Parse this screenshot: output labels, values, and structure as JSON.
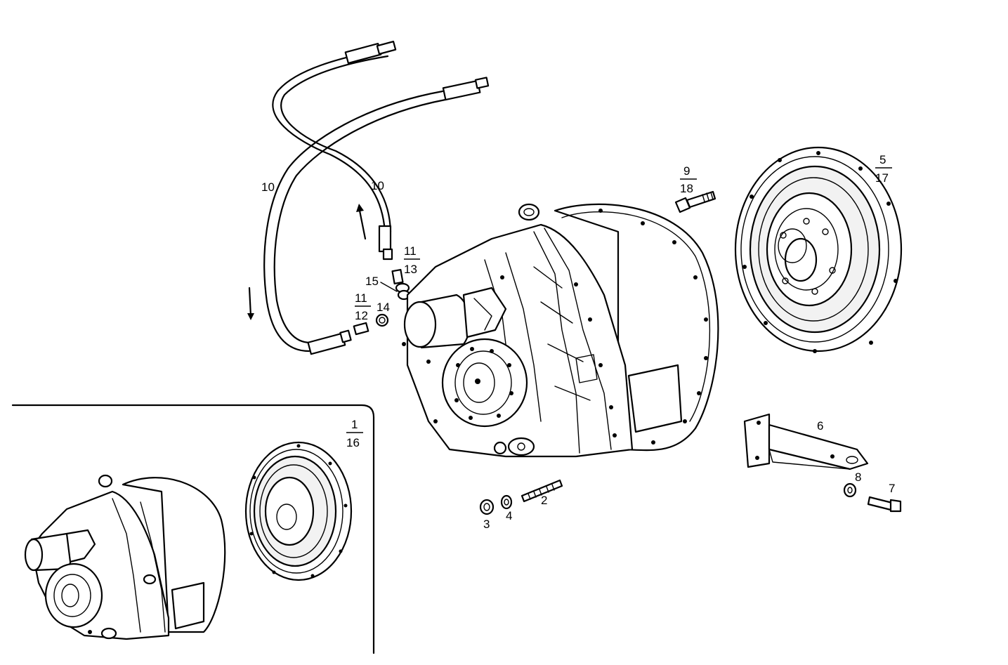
{
  "callouts": {
    "hose_left": "10",
    "hose_right": "10",
    "fitting_upper_top": "11",
    "fitting_upper_bottom": "13",
    "fitting_lower_top": "11",
    "fitting_lower_bottom": "12",
    "seal_14": "14",
    "switch_15": "15",
    "bolt_top": "9",
    "bolt_bottom": "18",
    "plate_top": "5",
    "plate_bottom": "17",
    "bracket": "6",
    "washer_8": "8",
    "screw_7": "7",
    "stud_2": "2",
    "nut_3": "3",
    "washer_4": "4",
    "inset_top": "1",
    "inset_bottom": "16"
  },
  "colors": {
    "ink": "#000000",
    "paper": "#ffffff"
  }
}
